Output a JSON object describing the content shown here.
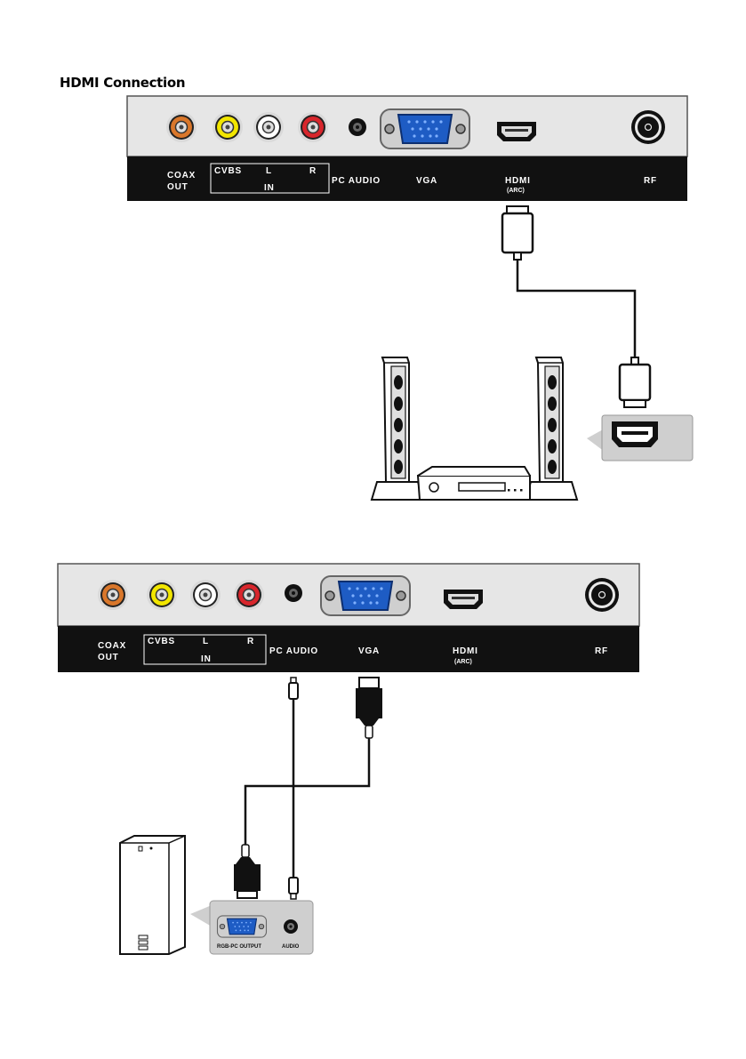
{
  "title": "HDMI Connection",
  "panel": {
    "coax_line1": "COAX",
    "coax_line2": "OUT",
    "cvbs": "CVBS",
    "left": "L",
    "right": "R",
    "in": "IN",
    "pc_audio": "PC AUDIO",
    "vga": "VGA",
    "hdmi": "HDMI",
    "arc": "(ARC)",
    "rf": "RF"
  },
  "pc_output": {
    "rgb_label": "RGB-PC OUTPUT",
    "audio_label": "AUDIO"
  },
  "colors": {
    "panel_gray": "#e6e6e6",
    "label_strip": "#111111",
    "coax": "#d9772b",
    "video_yellow": "#f2e600",
    "audio_white": "#ffffff",
    "audio_red": "#d8262c",
    "vga_blue": "#1e5cc4"
  }
}
